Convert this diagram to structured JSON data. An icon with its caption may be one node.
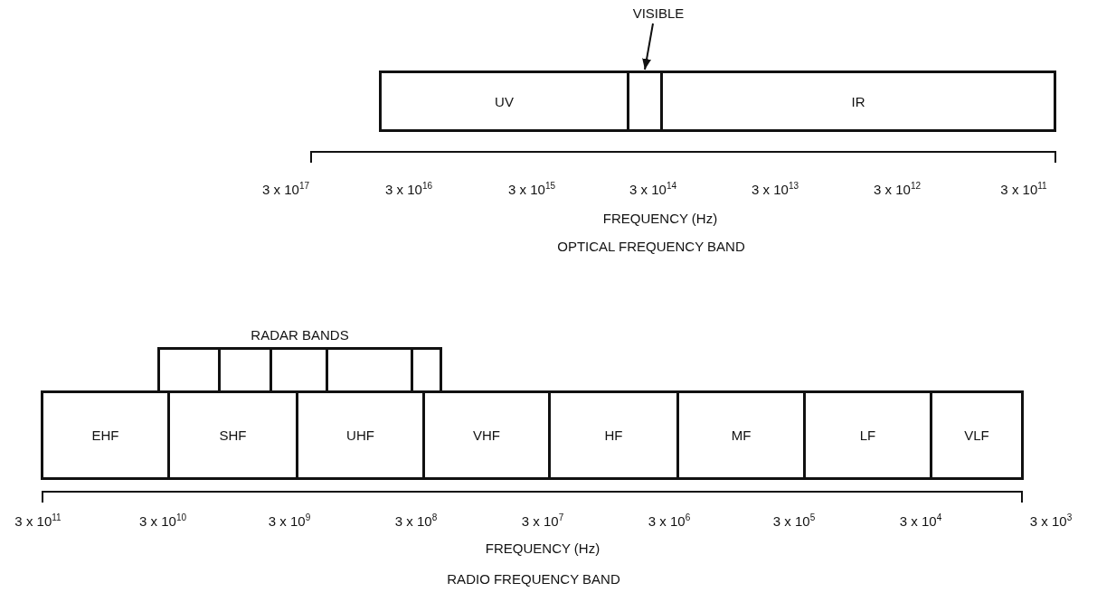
{
  "diagram": {
    "nodes": [
      {
        "text": [
          "VISIBLE"
        ]
      },
      {
        "text": [
          "UV"
        ]
      },
      {
        "text": [],
        "shape": "box"
      },
      {
        "text": [
          "IR"
        ]
      },
      {
        "text": [
          "RADAR BANDS"
        ]
      },
      {
        "text": [],
        "shape": "box",
        "in": 4
      },
      {
        "text": [],
        "shape": "box",
        "in": 4
      },
      {
        "text": [],
        "shape": "box",
        "in": 4
      },
      {
        "text": [],
        "shape": "box",
        "in": 4
      },
      {
        "text": [],
        "shape": "box",
        "in": 4
      },
      {
        "text": [
          "EHF"
        ]
      },
      {
        "text": [
          "SHF"
        ]
      },
      {
        "text": [
          "UHF"
        ]
      },
      {
        "text": [
          "VHF"
        ]
      },
      {
        "text": [
          "HF"
        ]
      },
      {
        "text": [
          "MF"
        ]
      },
      {
        "text": [
          "LF"
        ]
      },
      {
        "text": [
          "VLF"
        ]
      }
    ],
    "edges": [
      {
        "from": 0,
        "to": 2,
        "arrow": "to"
      }
    ],
    "labels": [
      "3 x 10$^{17}$",
      "3 x 10$^{16}$",
      "3 x 10$^{15}$",
      "3 x 10$^{14}$",
      "3 x 10$^{13}$",
      "3 x 10$^{12}$",
      "3 x 10$^{11}$",
      "FREQUENCY (Hz)",
      "OPTICAL FREQUENCY BAND",
      "3 x 10$^{11}$",
      "3 x 10$^{10}$",
      "3 x 10$^{9}$",
      "3 x 10$^{8}$",
      "3 x 10$^{7}$",
      "3 x 10$^{6}$",
      "3 x 10$^{5}$",
      "3 x 10$^{4}$",
      "3 x 10$^{3}$",
      "FREQUENCY (Hz)",
      "RADIO FREQUENCY BAND"
    ]
  }
}
